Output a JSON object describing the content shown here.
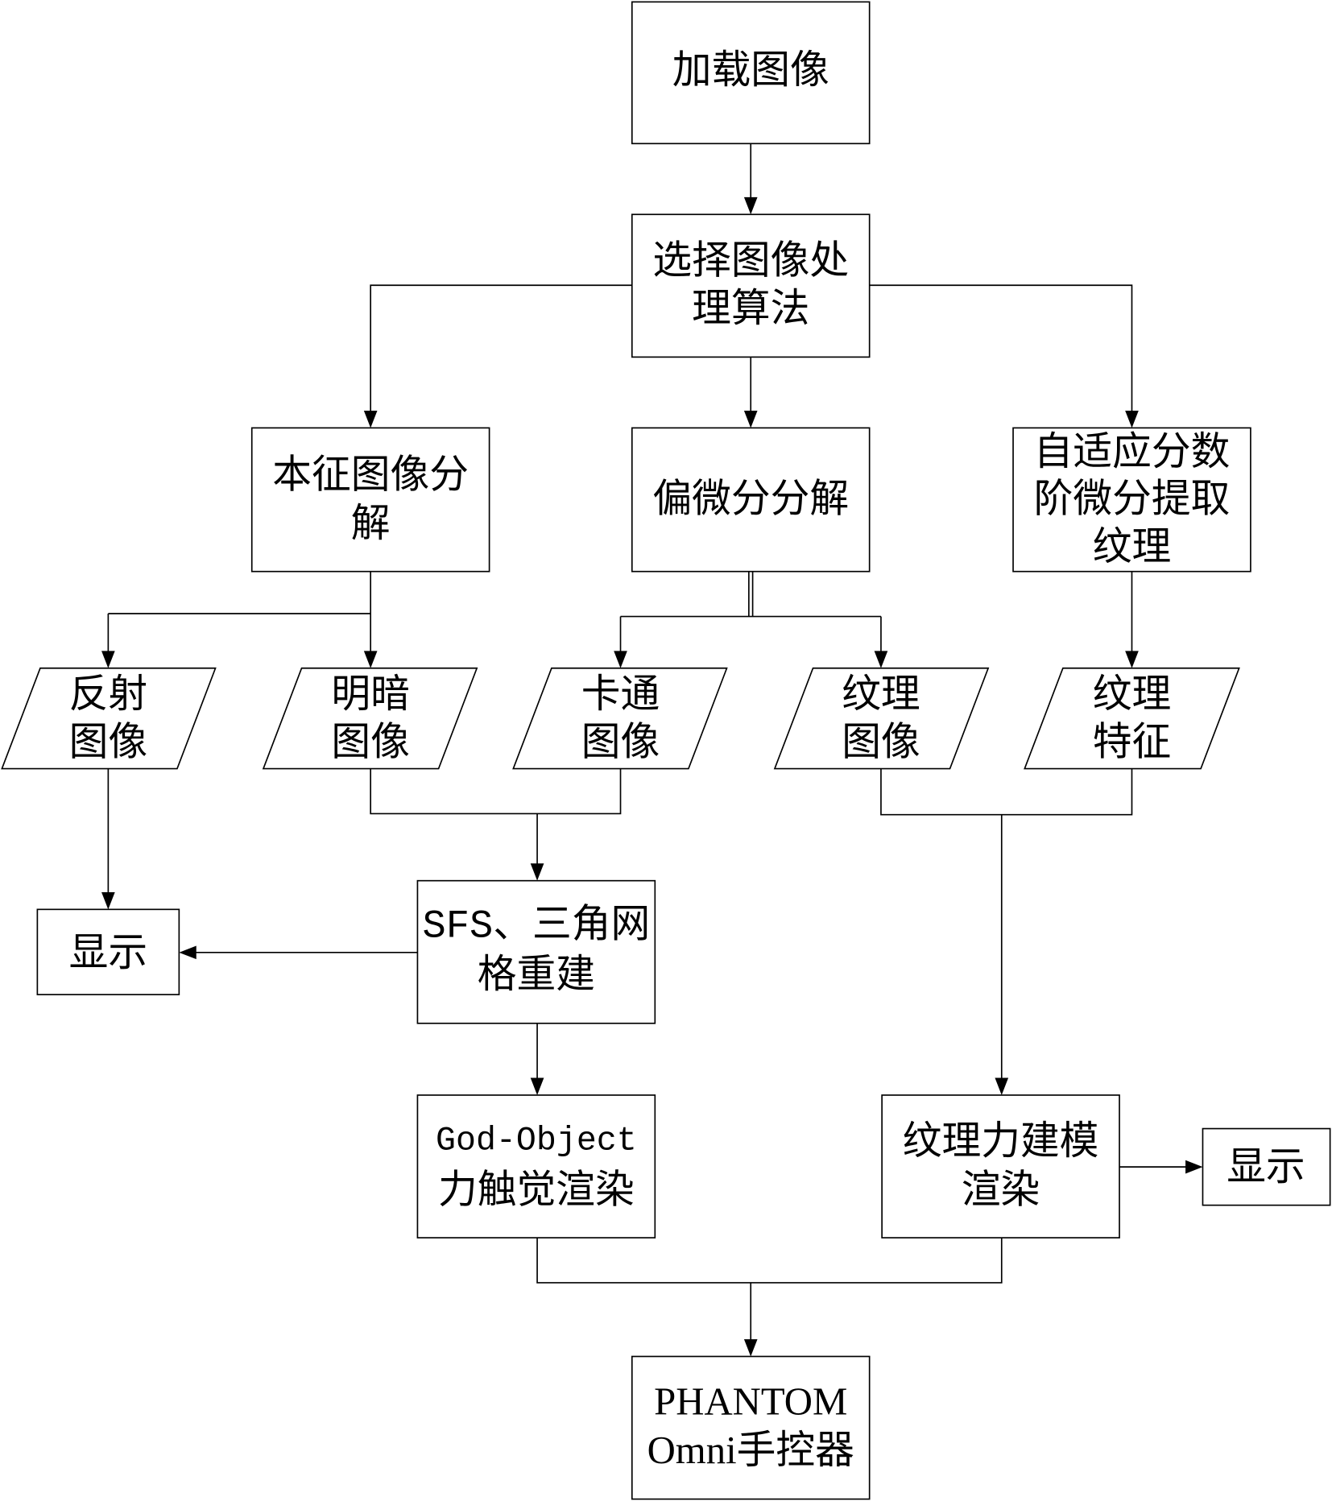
{
  "nodes": {
    "load_image": {
      "lines": [
        "加载图像"
      ]
    },
    "select_algorithm": {
      "lines": [
        "选择图像处",
        "理算法"
      ]
    },
    "intrinsic_decomposition": {
      "lines": [
        "本征图像分",
        "解"
      ]
    },
    "pde_decomposition": {
      "lines": [
        "偏微分分解"
      ]
    },
    "adaptive_fractional_texture": {
      "lines": [
        "自适应分数",
        "阶微分提取",
        "纹理"
      ]
    },
    "reflectance_image": {
      "lines": [
        "反射",
        "图像"
      ]
    },
    "shading_image": {
      "lines": [
        "明暗",
        "图像"
      ]
    },
    "cartoon_image": {
      "lines": [
        "卡通",
        "图像"
      ]
    },
    "texture_image": {
      "lines": [
        "纹理",
        "图像"
      ]
    },
    "texture_feature": {
      "lines": [
        "纹理",
        "特征"
      ]
    },
    "display_left": {
      "lines": [
        "显示"
      ]
    },
    "sfs_reconstruction": {
      "lines": [
        "SFS、三角网",
        "格重建"
      ]
    },
    "god_object_rendering": {
      "lines": [
        "God-Object",
        "力触觉渲染"
      ]
    },
    "texture_force_rendering": {
      "lines": [
        "纹理力建模",
        "渲染"
      ]
    },
    "display_right": {
      "lines": [
        "显示"
      ]
    },
    "phantom_device": {
      "lines": [
        "PHANTOM",
        "Omni手控器"
      ]
    }
  },
  "colors": {
    "stroke": "#000000",
    "background": "#ffffff"
  }
}
